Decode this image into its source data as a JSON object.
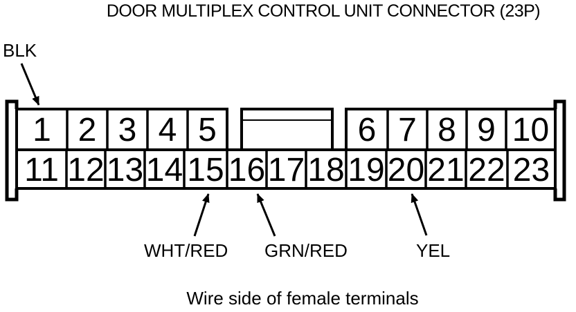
{
  "page": {
    "title": "DOOR MULTIPLEX CONTROL UNIT CONNECTOR (23P)",
    "caption": "Wire side of female terminals"
  },
  "connector": {
    "type": "23P female connector, two rows, center keyway slot",
    "pins": [
      "1",
      "2",
      "3",
      "4",
      "5",
      "6",
      "7",
      "8",
      "9",
      "10",
      "11",
      "12",
      "13",
      "14",
      "15",
      "16",
      "17",
      "18",
      "19",
      "20",
      "21",
      "22",
      "23"
    ]
  },
  "wire_labels": {
    "housing": {
      "text": "BLK",
      "points_to": "connector housing (top edge)"
    },
    "terminal15": {
      "text": "WHT/RED",
      "points_to": "terminal 15"
    },
    "terminal16": {
      "text": "GRN/RED",
      "points_to": "terminal 16"
    },
    "terminal20": {
      "text": "YEL",
      "points_to": "terminal 20"
    }
  },
  "colors": {
    "line": "#000000",
    "background": "#ffffff",
    "text": "#000000"
  }
}
